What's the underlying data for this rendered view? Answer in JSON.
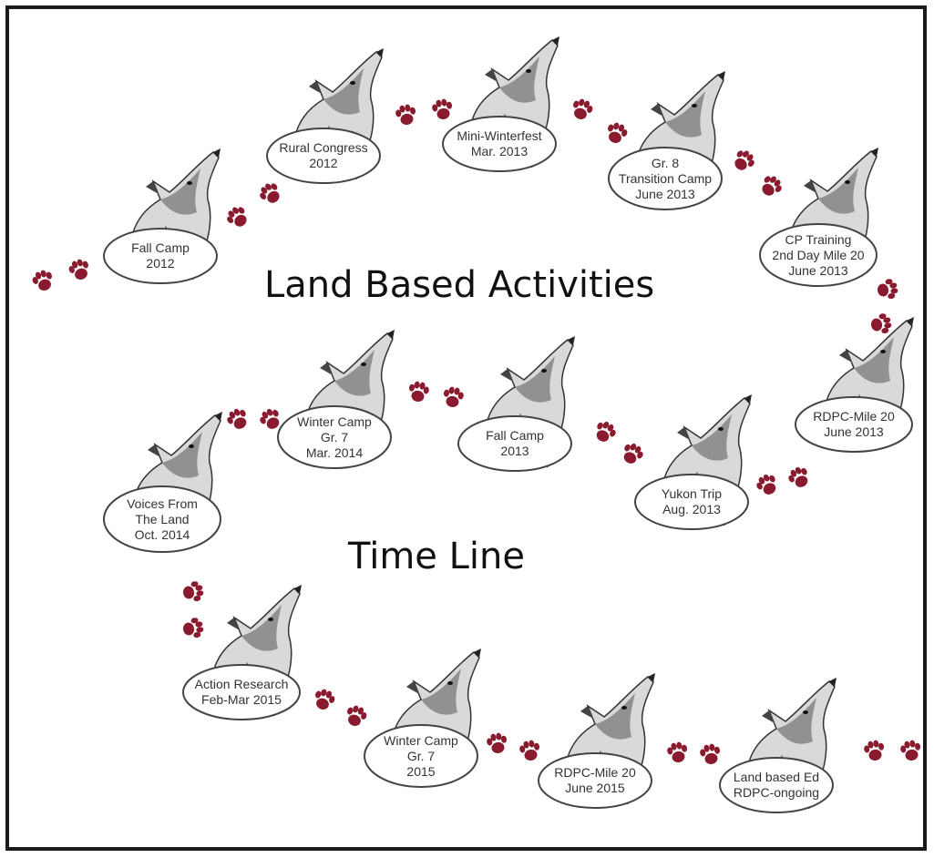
{
  "diagram": {
    "title": "Land Based Activities",
    "subtitle": "Time Line",
    "colors": {
      "paw": "#8a1a2e",
      "ellipse_stroke": "#444444",
      "wolf_light": "#d9d9d9",
      "wolf_dark": "#555555",
      "frame": "#1a1a1a"
    },
    "icons": {
      "event_marker": "howling-wolf-icon",
      "connector": "paw-print-icon"
    },
    "events": [
      {
        "label": "Fall Camp\n2012"
      },
      {
        "label": "Rural Congress\n2012"
      },
      {
        "label": "Mini-Winterfest\nMar. 2013"
      },
      {
        "label": "Gr. 8\nTransition Camp\nJune 2013"
      },
      {
        "label": "CP Training\n2nd Day Mile 20\nJune 2013"
      },
      {
        "label": "RDPC-Mile 20\nJune 2013"
      },
      {
        "label": "Yukon Trip\nAug. 2013"
      },
      {
        "label": "Fall Camp\n2013"
      },
      {
        "label": "Winter Camp\nGr. 7\nMar. 2014"
      },
      {
        "label": "Voices From\nThe Land\nOct. 2014"
      },
      {
        "label": "Action Research\nFeb-Mar 2015"
      },
      {
        "label": "Winter Camp\nGr. 7\n2015"
      },
      {
        "label": "RDPC-Mile 20\nJune 2015"
      },
      {
        "label": "Land based Ed\nRDPC-ongoing"
      }
    ]
  }
}
